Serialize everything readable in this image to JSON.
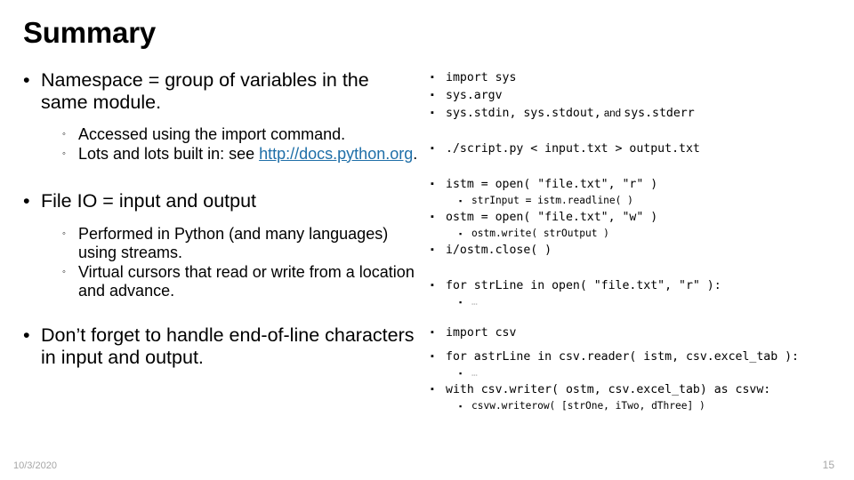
{
  "slide": {
    "title": "Summary",
    "bullet_marker": "•",
    "sub_bullet_marker": "◦",
    "code_bullet_marker": "▪",
    "link_color": "#1F6FA8"
  },
  "left_column": {
    "blocks": [
      {
        "level1": "Namespace = group of variables in the same module.",
        "children": [
          {
            "text": "Accessed using the import command."
          },
          {
            "text_before": "Lots and lots built in: see ",
            "link": "http://docs.python.org",
            "text_after": "."
          }
        ]
      },
      {
        "level1": "File IO = input and output",
        "children": [
          {
            "text": "Performed in Python (and many languages) using streams."
          },
          {
            "text": "Virtual cursors that read or write from a location and advance."
          }
        ]
      },
      {
        "level1": "Don’t forget to handle end-of-line characters in input and output.",
        "children": []
      }
    ]
  },
  "right_column": {
    "groups": [
      {
        "lines": [
          {
            "level": 1,
            "code": "import sys"
          },
          {
            "level": 1,
            "code": "sys.argv"
          },
          {
            "level": 1,
            "code_a": "sys.stdin, sys.stdout,",
            "prose": " and ",
            "code_b": "sys.stderr"
          }
        ]
      },
      {
        "lines": [
          {
            "level": 1,
            "code": "./script.py < input.txt > output.txt"
          }
        ]
      },
      {
        "lines": [
          {
            "level": 1,
            "code": "istm = open( \"file.txt\", \"r\" )"
          },
          {
            "level": 2,
            "code": "strInput = istm.readline( )"
          },
          {
            "level": 1,
            "code": "ostm = open( \"file.txt\", \"w\" )"
          },
          {
            "level": 2,
            "code": "ostm.write( strOutput )"
          },
          {
            "level": 1,
            "code": "i/ostm.close( )"
          }
        ]
      },
      {
        "lines": [
          {
            "level": 1,
            "code": "for strLine in open( \"file.txt\", \"r\" ):"
          },
          {
            "level": 2,
            "code": "…",
            "faded": true
          }
        ]
      },
      {
        "lines": [
          {
            "level": 1,
            "code": "import csv"
          }
        ]
      },
      {
        "lines": [
          {
            "level": 1,
            "code": "for astrLine in csv.reader( istm, csv.excel_tab ):"
          },
          {
            "level": 2,
            "code": "…",
            "faded": true
          },
          {
            "level": 1,
            "code": "with csv.writer( ostm, csv.excel_tab) as csvw:"
          },
          {
            "level": 2,
            "code": "csvw.writerow( [strOne, iTwo, dThree] )"
          }
        ]
      }
    ]
  },
  "footer": {
    "date": "10/3/2020",
    "page_number": "15"
  }
}
